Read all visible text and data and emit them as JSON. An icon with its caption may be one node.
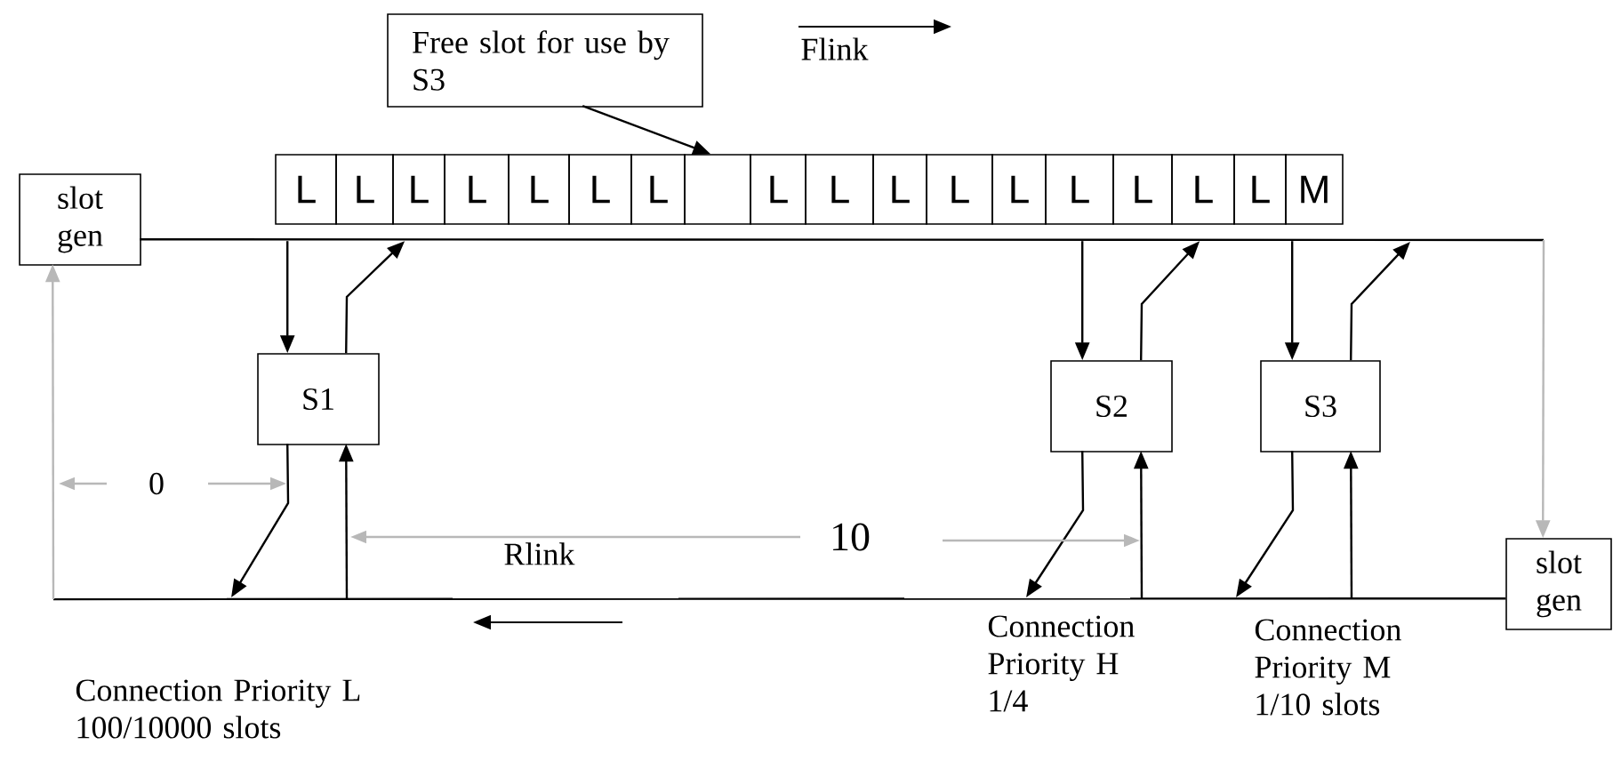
{
  "diagram": {
    "nodes": [
      {
        "text": [
          "Free slot for use by S3"
        ]
      },
      {
        "text": [
          "slot gen"
        ]
      },
      {
        "text": [
          "slot gen"
        ]
      },
      {
        "text": [
          "S1"
        ]
      },
      {
        "text": [
          "S2"
        ]
      },
      {
        "text": [
          "S3"
        ]
      },
      {
        "text": [
          "L"
        ]
      },
      {
        "text": [
          "L"
        ]
      },
      {
        "text": [
          "L"
        ]
      },
      {
        "text": [
          "L"
        ]
      },
      {
        "text": [
          "L"
        ]
      },
      {
        "text": [
          "L"
        ]
      },
      {
        "text": [
          "L"
        ]
      },
      {
        "text": [],
        "shape": "box"
      },
      {
        "text": [
          "L"
        ]
      },
      {
        "text": [
          "L"
        ]
      },
      {
        "text": [
          "L"
        ]
      },
      {
        "text": [
          "L"
        ]
      },
      {
        "text": [
          "L"
        ]
      },
      {
        "text": [
          "L"
        ]
      },
      {
        "text": [
          "L"
        ]
      },
      {
        "text": [
          "L"
        ]
      },
      {
        "text": [
          "L"
        ]
      },
      {
        "text": [
          "M"
        ]
      }
    ],
    "edges": [
      {
        "from": 0,
        "to": 13,
        "arrow": "to"
      },
      {
        "from": 1,
        "to": 2,
        "arrow": "to"
      },
      {
        "from": 2,
        "to": 1,
        "arrow": "to"
      },
      {
        "from": 6,
        "to": 3,
        "arrow": "to"
      },
      {
        "from": 3,
        "to": 8,
        "arrow": "to"
      },
      {
        "from": 3,
        "to": null,
        "arrow": "to"
      },
      {
        "from": null,
        "to": 3,
        "arrow": "to"
      },
      {
        "from": 19,
        "to": 4,
        "arrow": "to"
      },
      {
        "from": 4,
        "to": 21,
        "arrow": "to"
      },
      {
        "from": 4,
        "to": null,
        "arrow": "to"
      },
      {
        "from": null,
        "to": 4,
        "arrow": "to"
      },
      {
        "from": 23,
        "to": 5,
        "arrow": "to"
      },
      {
        "from": 5,
        "to": null,
        "arrow": "to"
      },
      {
        "from": 5,
        "to": null,
        "arrow": "to"
      },
      {
        "from": null,
        "to": 5,
        "arrow": "to"
      }
    ],
    "labels": [
      "Flink",
      "Rlink",
      "0",
      "10",
      "Connection Priority L 100/10000 slots",
      "Connection Priority H 1/4",
      "Connection Priority M 1/10 slots"
    ]
  }
}
